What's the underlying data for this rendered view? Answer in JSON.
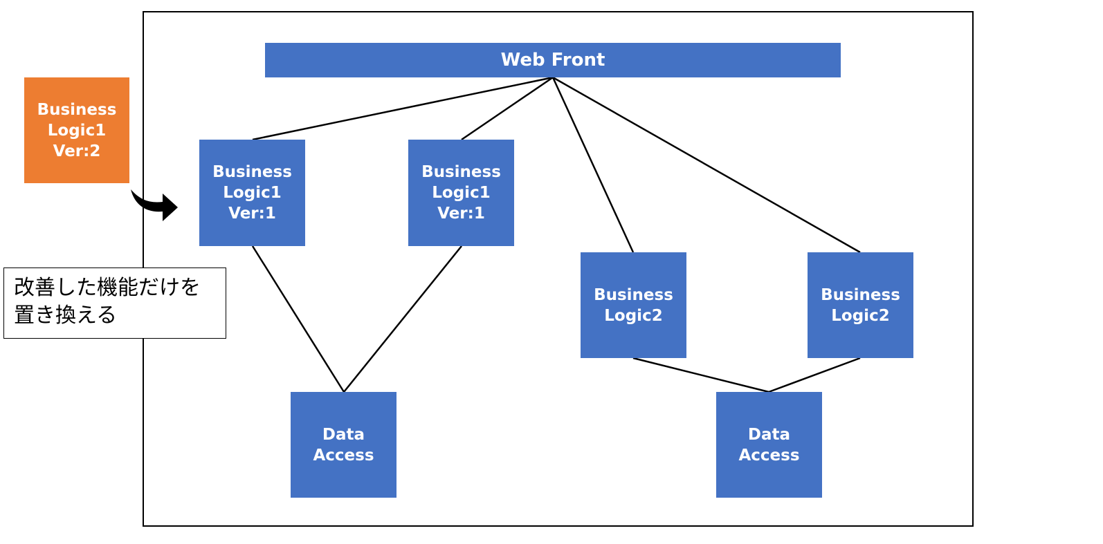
{
  "diagram": {
    "web_front": {
      "label": "Web Front"
    },
    "replacement_module": {
      "lines": [
        "Business",
        "Logic1",
        "Ver:2"
      ]
    },
    "logic1_a": {
      "lines": [
        "Business",
        "Logic1",
        "Ver:1"
      ]
    },
    "logic1_b": {
      "lines": [
        "Business",
        "Logic1",
        "Ver:1"
      ]
    },
    "logic2_a": {
      "lines": [
        "Business",
        "Logic2"
      ]
    },
    "logic2_b": {
      "lines": [
        "Business",
        "Logic2"
      ]
    },
    "data_access_a": {
      "lines": [
        "Data",
        "Access"
      ]
    },
    "data_access_b": {
      "lines": [
        "Data",
        "Access"
      ]
    },
    "note": {
      "lines": [
        "改善した機能だけを",
        "置き換える"
      ]
    },
    "colors": {
      "module": "#4472c4",
      "replacement": "#ed7d31",
      "connector": "#000000"
    }
  }
}
